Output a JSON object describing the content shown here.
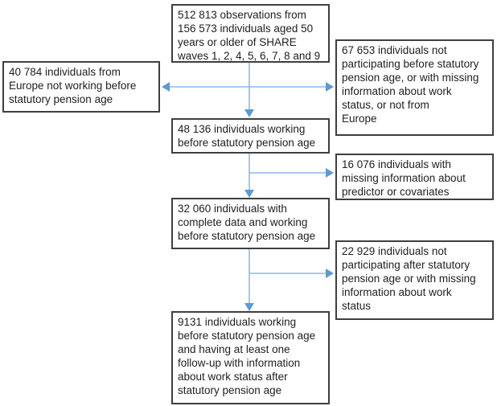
{
  "title": "Study flow diagram of SHARE sample selection",
  "colors": {
    "background": "#ffffff",
    "box_border": "#3f3f3f",
    "text_color": "#1f1f1f",
    "arrow_line": "#8cb9e8",
    "arrow_head": "#5b9bd5"
  },
  "flowchart": {
    "boxes": {
      "top": {
        "id": "observations",
        "text": "512 813 observations from\n156 573 individuals aged 50\nyears or older of SHARE\nwaves 1, 2, 4, 5, 6, 7, 8 and 9"
      },
      "excluded_left": {
        "id": "not-working-before-pension",
        "text": "40 784 individuals from\nEurope not working before\nstatutory pension age"
      },
      "excluded_right_1": {
        "id": "not-participating-before-pension",
        "text": "67 653 individuals not\nparticipating before statutory\npension age, or with missing\ninformation about work\nstatus, or not from\nEurope"
      },
      "center_2": {
        "id": "working-before-pension",
        "text": "48 136 individuals working\nbefore statutory pension age"
      },
      "excluded_right_2": {
        "id": "missing-predictor-covariates",
        "text": "16 076 individuals with\nmissing information about\npredictor or covariates"
      },
      "center_3": {
        "id": "complete-data-working",
        "text": "32 060 individuals with\ncomplete data and working\nbefore statutory pension age"
      },
      "excluded_right_3": {
        "id": "not-participating-after-pension",
        "text": "22 929 individuals not\nparticipating after statutory\npension age or with missing\ninformation about work\nstatus"
      },
      "bottom": {
        "id": "final-sample",
        "text": "9131 individuals working\nbefore statutory pension age\nand having at least one\nfollow-up with information\nabout work status after\nstatutory pension age"
      }
    },
    "edges": [
      {
        "from": "observations",
        "to": "working-before-pension",
        "type": "down-arrow"
      },
      {
        "from": "observations-branch",
        "to": "not-working-before-pension",
        "type": "left-arrow"
      },
      {
        "from": "observations-branch",
        "to": "not-participating-before-pension",
        "type": "right-arrow"
      },
      {
        "from": "working-before-pension",
        "to": "complete-data-working",
        "type": "down-arrow"
      },
      {
        "from": "working-before-pension-branch",
        "to": "missing-predictor-covariates",
        "type": "right-arrow"
      },
      {
        "from": "complete-data-working",
        "to": "final-sample",
        "type": "down-arrow"
      },
      {
        "from": "complete-data-working-branch",
        "to": "not-participating-after-pension",
        "type": "right-arrow"
      }
    ]
  }
}
